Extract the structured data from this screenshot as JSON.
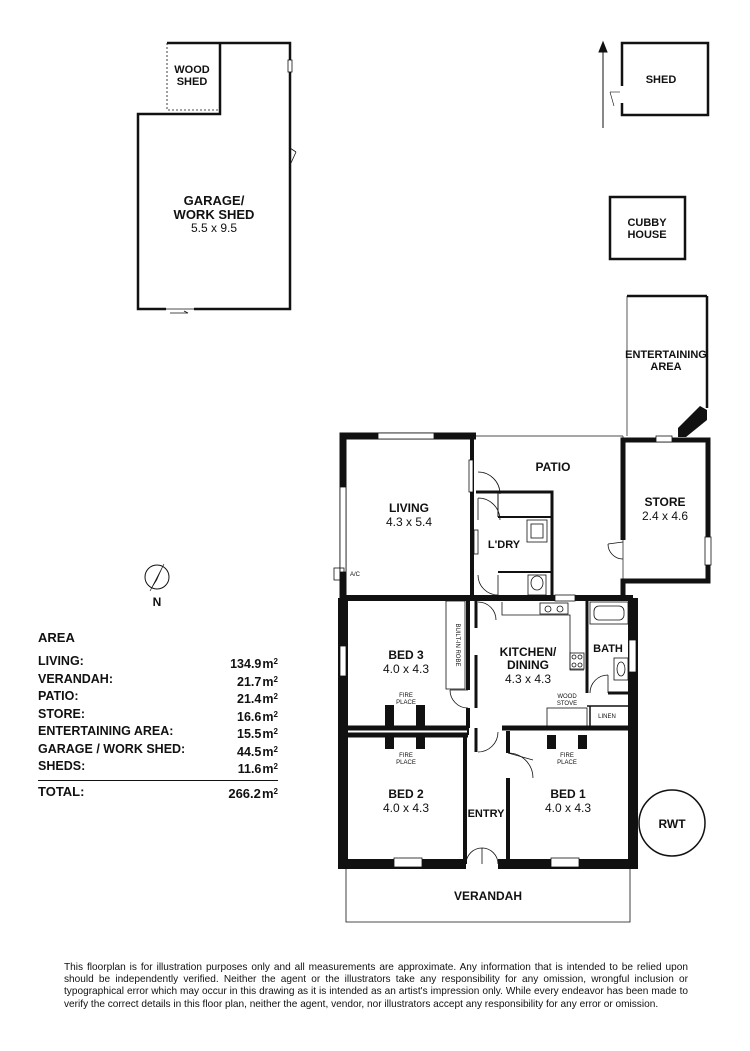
{
  "rooms": {
    "wood_shed": {
      "label_line1": "WOOD",
      "label_line2": "SHED"
    },
    "garage": {
      "label_line1": "GARAGE/",
      "label_line2": "WORK SHED",
      "dims": "5.5 x 9.5"
    },
    "shed": {
      "label": "SHED"
    },
    "cubby": {
      "label_line1": "CUBBY",
      "label_line2": "HOUSE"
    },
    "entertaining": {
      "label_line1": "ENTERTAINING",
      "label_line2": "AREA"
    },
    "store": {
      "label": "STORE",
      "dims": "2.4 x 4.6"
    },
    "patio": {
      "label": "PATIO"
    },
    "living": {
      "label": "LIVING",
      "dims": "4.3 x 5.4"
    },
    "ldry": {
      "label": "L'DRY"
    },
    "bed3": {
      "label": "BED 3",
      "dims": "4.0 x 4.3"
    },
    "kitchen": {
      "label_line1": "KITCHEN/",
      "label_line2": "DINING",
      "dims": "4.3 x 4.3"
    },
    "bath": {
      "label": "BATH"
    },
    "bed2": {
      "label": "BED 2",
      "dims": "4.0 x 4.3"
    },
    "bed1": {
      "label": "BED 1",
      "dims": "4.0 x 4.3"
    },
    "entry": {
      "label": "ENTRY"
    },
    "verandah": {
      "label": "VERANDAH"
    },
    "rwt": {
      "label": "RWT"
    }
  },
  "fixtures": {
    "ac": "A/C",
    "built_in_robe": "BUILT-IN ROBE",
    "fireplace_line1": "FIRE",
    "fireplace_line2": "PLACE",
    "wood_stove_line1": "WOOD",
    "wood_stove_line2": "STOVE",
    "linen": "LINEN"
  },
  "compass": {
    "label": "N"
  },
  "area_table": {
    "heading": "AREA",
    "unit": "m",
    "unit_power": "2",
    "rows": [
      {
        "label": "LIVING:",
        "value": "134.9"
      },
      {
        "label": "VERANDAH:",
        "value": "21.7"
      },
      {
        "label": "PATIO:",
        "value": "21.4"
      },
      {
        "label": "STORE:",
        "value": "16.6"
      },
      {
        "label": "ENTERTAINING AREA:",
        "value": "15.5"
      },
      {
        "label": "GARAGE / WORK SHED:",
        "value": "44.5"
      },
      {
        "label": "SHEDS:",
        "value": "11.6"
      }
    ],
    "total": {
      "label": "TOTAL:",
      "value": "266.2"
    }
  },
  "disclaimer": "This floorplan is for illustration purposes only and all measurements are approximate. Any information that is intended to be relied upon should be independently verified. Neither the agent or the illustrators take any responsibility for any omission, wrongful inclusion or typographical error which may occur in this drawing as it is intended as an artist's impression only. While every endeavor has been made to verify the correct details in this floor plan, neither the agent, vendor, nor illustrators accept any responsibility for any error or omission."
}
